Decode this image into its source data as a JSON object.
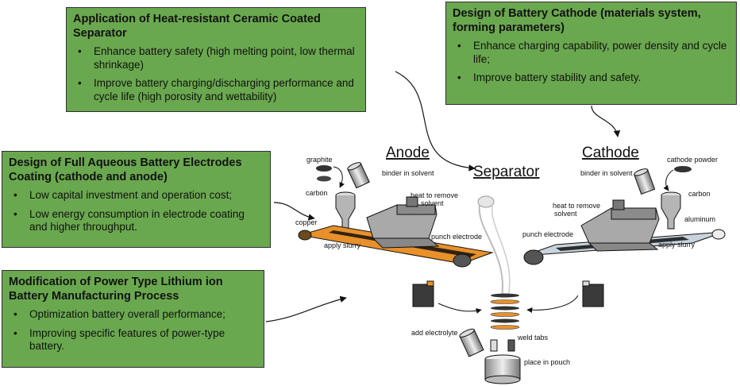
{
  "boxes": {
    "separator": {
      "title": "Application of Heat-resistant Ceramic Coated Separator",
      "items": [
        "Enhance battery safety (high melting point, low thermal shrinkage)",
        "Improve battery charging/discharging performance and cycle life (high porosity and wettability)"
      ]
    },
    "cathode": {
      "title": "Design of Battery Cathode (materials system, forming parameters)",
      "items": [
        "Enhance charging capability, power density and cycle life;",
        "Improve battery stability and safety."
      ]
    },
    "aqueous": {
      "title": "Design of Full Aqueous Battery Electrodes Coating (cathode and anode)",
      "items": [
        "Low capital investment and operation cost;",
        "Low energy consumption in electrode coating and higher throughput."
      ]
    },
    "process": {
      "title": "Modification of Power Type Lithium ion Battery Manufacturing Process",
      "items": [
        "Optimization battery overall performance;",
        "Improving specific features of power-type battery."
      ]
    }
  },
  "labels": {
    "anode": "Anode",
    "separator": "Separator",
    "cathode": "Cathode",
    "graphite": "graphite",
    "carbon_left": "carbon",
    "binder_left": "binder in solvent",
    "heat_left_1": "heat to remove",
    "heat_left_2": "solvent",
    "copper": "copper",
    "apply_slurry_left": "apply slurry",
    "punch_left": "punch electrode",
    "binder_right": "binder in solvent",
    "cathode_powder": "cathode powder",
    "carbon_right": "carbon",
    "heat_right_1": "heat to remove",
    "heat_right_2": "solvent",
    "aluminum": "aluminum",
    "punch_right": "punch electrode",
    "apply_slurry_right": "apply slurry",
    "add_electrolyte": "add electrolyte",
    "weld_tabs": "weld tabs",
    "place_in_pouch": "place in pouch"
  },
  "colors": {
    "box_green": "#6aa84f",
    "copper_belt": "#e8902a",
    "aluminum_belt": "#c9d3dc",
    "machine_gray": "#9a9a9a"
  }
}
